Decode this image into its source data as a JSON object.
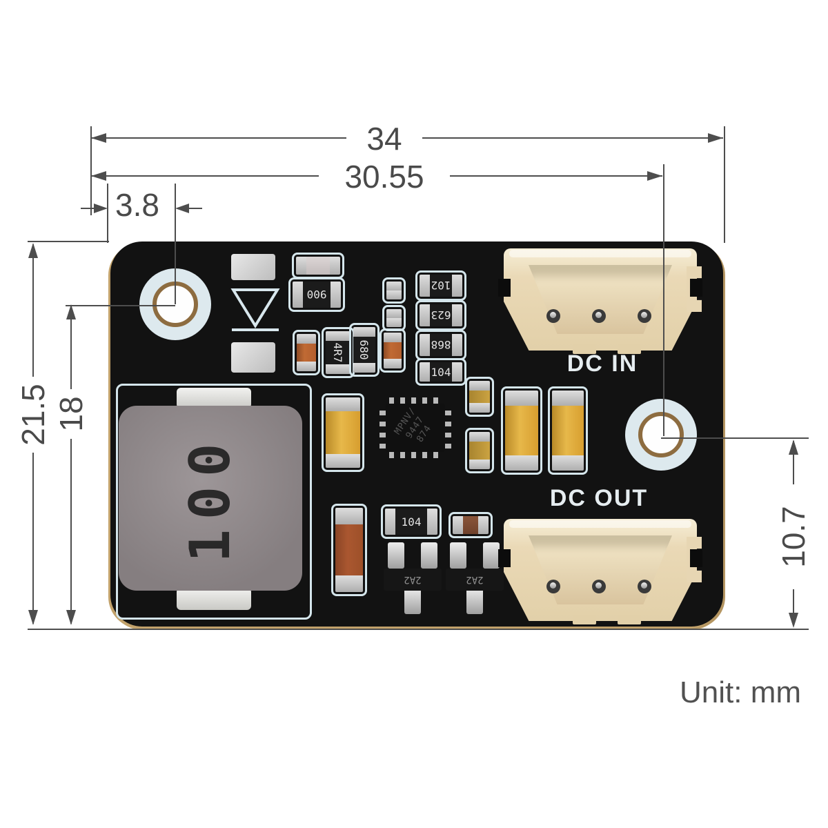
{
  "unit_note": "Unit: mm",
  "dims": {
    "total_width": "34",
    "hole_span_width": "30.55",
    "hole_offset_left": "3.8",
    "total_height": "21.5",
    "hole_height_left": "18",
    "hole_height_right": "10.7"
  },
  "board": {
    "dc_in_label": "DC IN",
    "dc_out_label": "DC OUT",
    "inductor_marking": "100",
    "ic": [
      "MPNV/",
      "9447",
      "874"
    ],
    "chips": {
      "r900": "900",
      "r102": "102",
      "r623": "623",
      "r868": "868",
      "r104_top": "104",
      "r4r7": "4R7",
      "r680": "680",
      "r104_bottom": "104",
      "q1": "2A2",
      "q2": "2A2"
    }
  },
  "colors": {
    "dimension_line": "#4d4d4d",
    "silkscreen": "#d5e6ec",
    "board": "#121212",
    "connector": "#ead9b6",
    "capacitor_orange": "#b35f2e",
    "capacitor_yellow": "#d79e2f",
    "substrate_edge": "#c2a26b"
  }
}
